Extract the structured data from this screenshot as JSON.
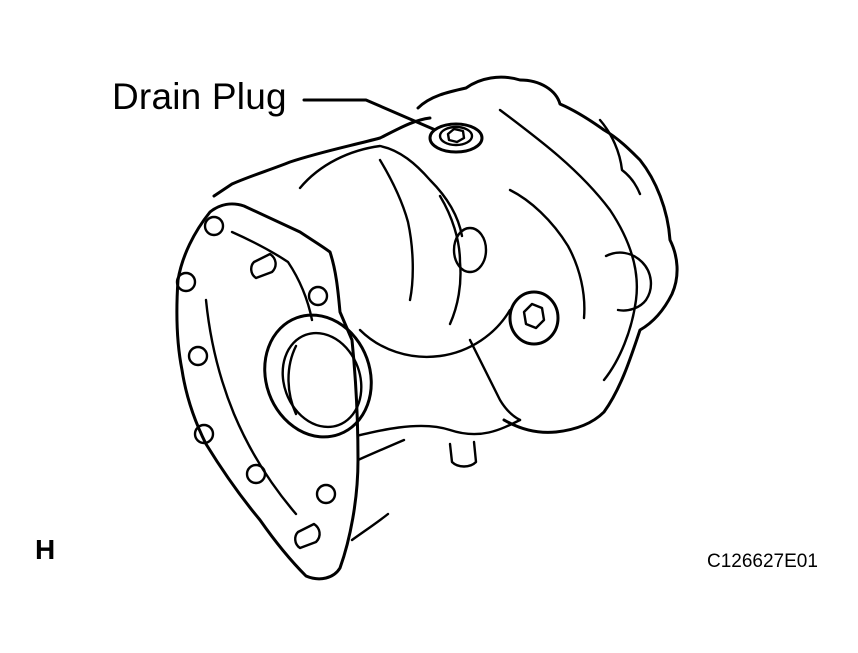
{
  "callout": {
    "label": "Drain Plug"
  },
  "view_letter": "H",
  "figure_code": "C126627E01",
  "colors": {
    "line": "#000000",
    "background": "#ffffff"
  }
}
